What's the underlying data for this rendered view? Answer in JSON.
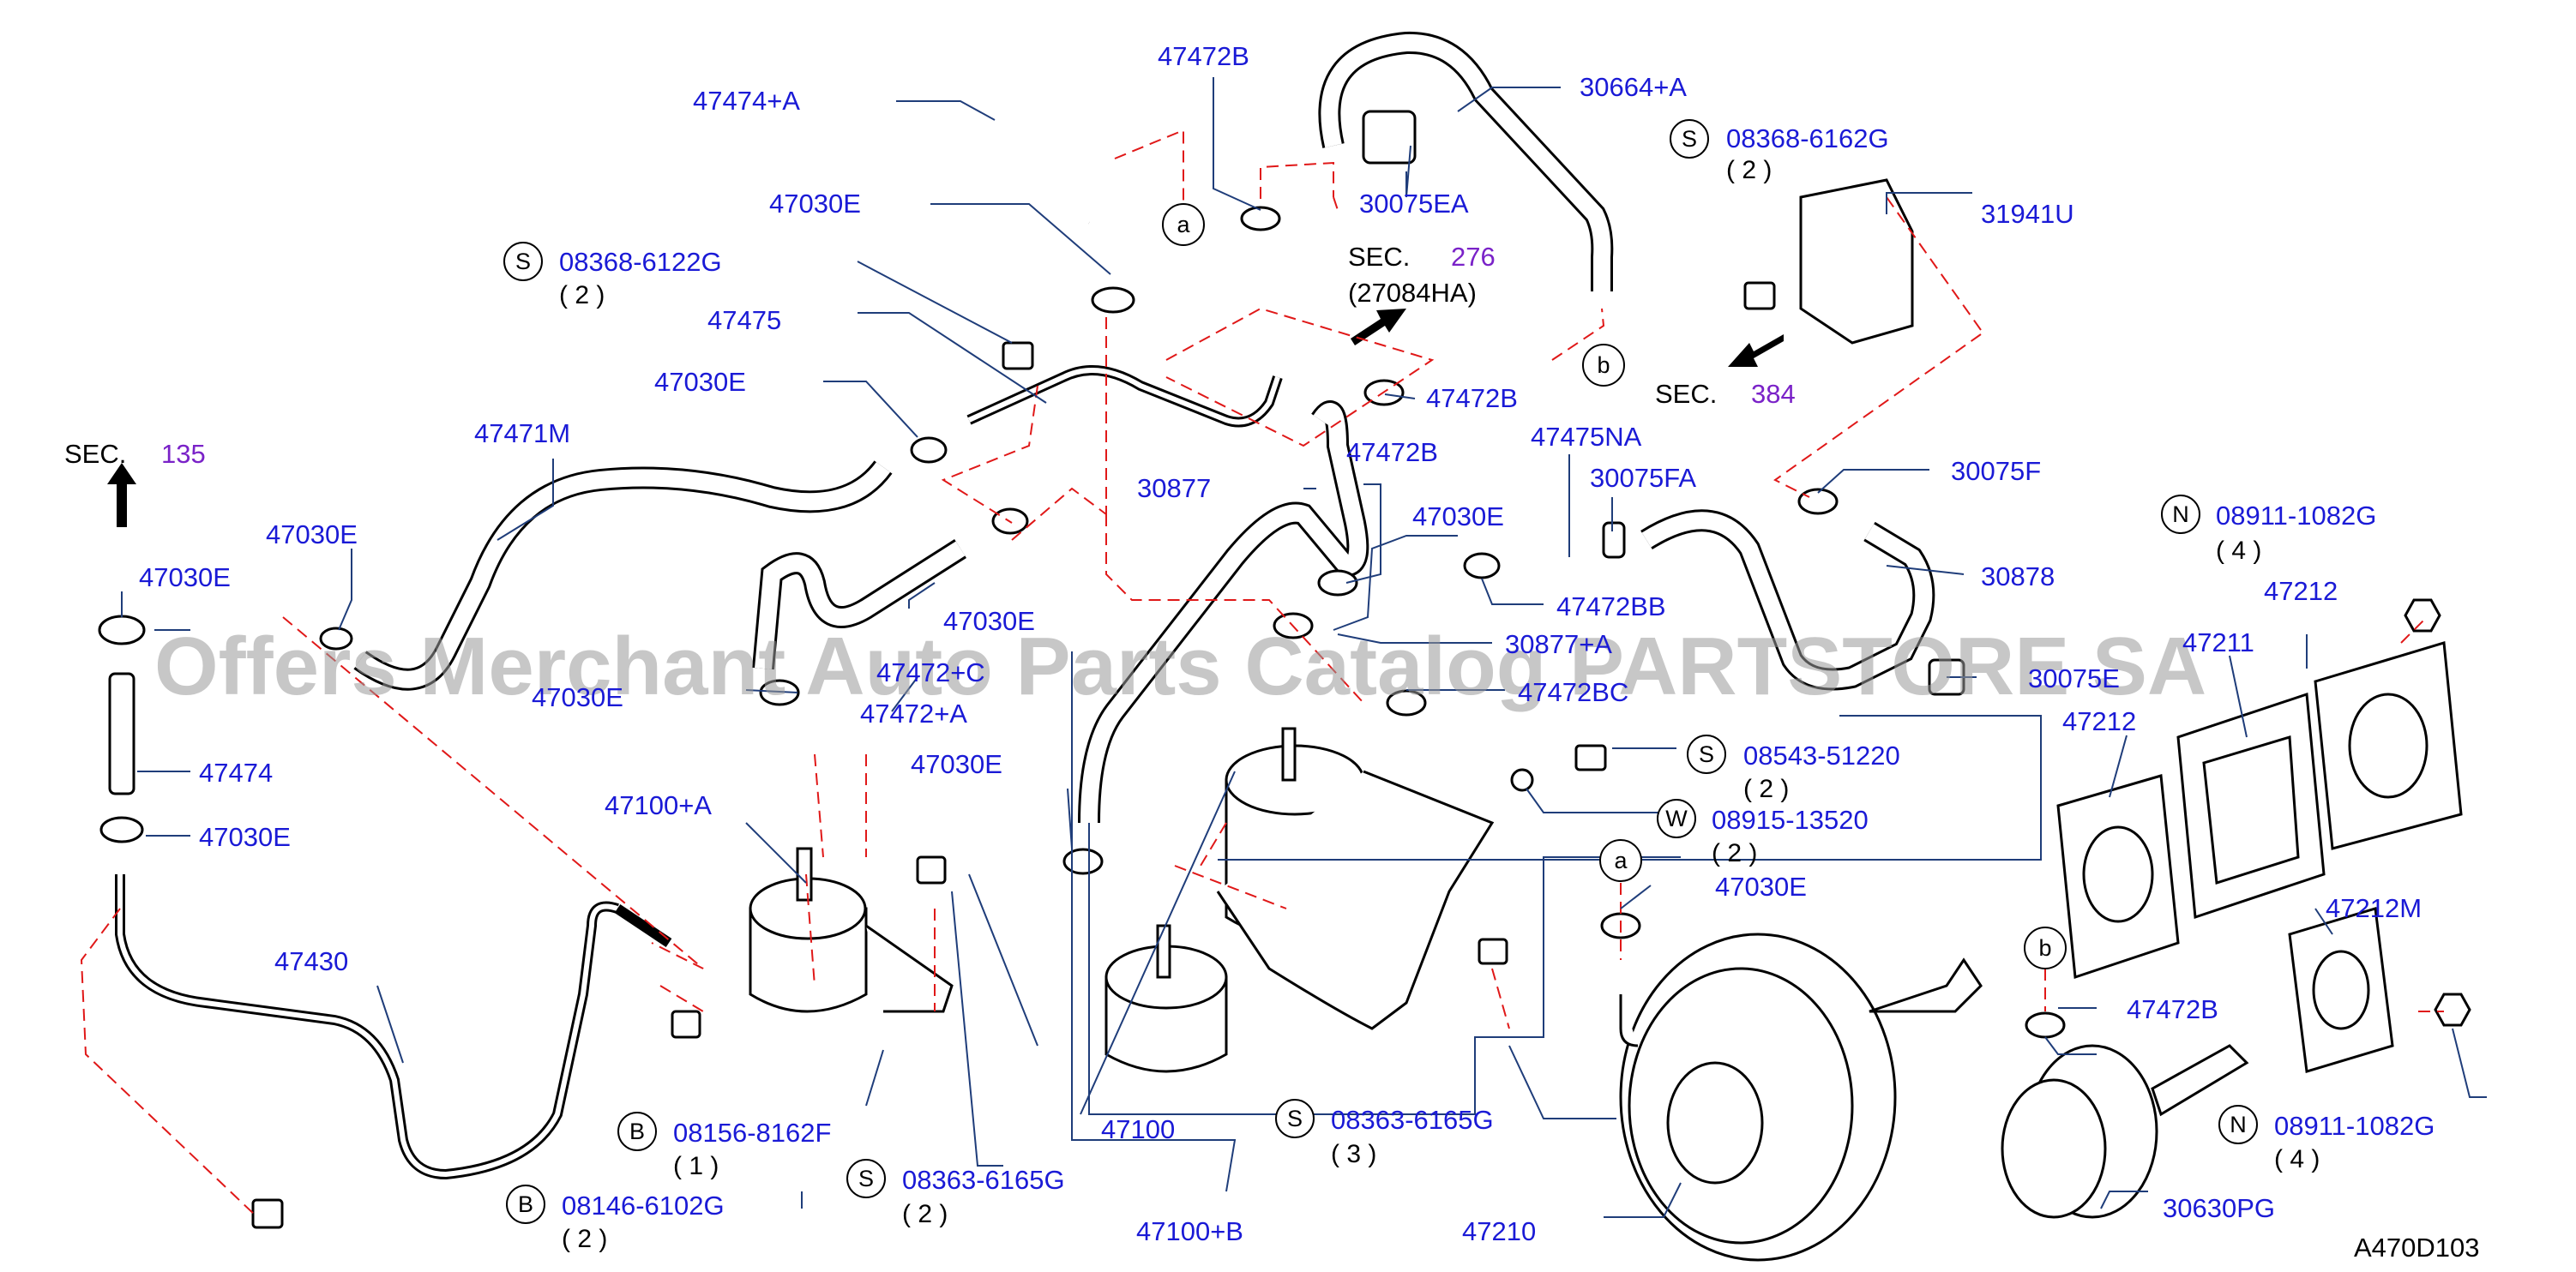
{
  "diagram_id": "A470D103",
  "watermark": "Offers Merchant Auto Parts Catalog PARTSTORE SA",
  "parts": {
    "p47474A": "47474+A",
    "p47472B_top": "47472B",
    "p30664A": "30664+A",
    "p30075EA": "30075EA",
    "p47030E_1": "47030E",
    "p47475": "47475",
    "p47030E_2": "47030E",
    "p47471M": "47471M",
    "p47030E_3": "47030E",
    "p47030E_4": "47030E",
    "p47474": "47474",
    "p47030E_5": "47030E",
    "p47030E_6": "47030E",
    "p47472C": "47472+C",
    "p47472A": "47472+A",
    "p47030E_7": "47030E",
    "p47030E_8": "47030E",
    "p47100A": "47100+A",
    "p47430": "47430",
    "p31941U": "31941U",
    "p47472B_mid": "47472B",
    "p47472B_2": "47472B",
    "p30877": "30877",
    "p47475NA": "47475NA",
    "p30075FA": "30075FA",
    "p47030E_9": "47030E",
    "p47472BB": "47472BB",
    "p30877A": "30877+A",
    "p47472BC": "47472BC",
    "p30075F": "30075F",
    "p30878": "30878",
    "p30075E": "30075E",
    "p47212_a": "47212",
    "p47211": "47211",
    "p47212_b": "47212",
    "p47212M": "47212M",
    "p47472B_low": "47472B",
    "p47030E_10": "47030E",
    "p47100": "47100",
    "p47100B": "47100+B",
    "p47210": "47210",
    "p30630PG": "30630PG"
  },
  "fasteners": {
    "f1": {
      "prefix": "S",
      "code": "08368-6162G",
      "qty": "( 2 )"
    },
    "f2": {
      "prefix": "S",
      "code": "08368-6122G",
      "qty": "( 2 )"
    },
    "f3": {
      "prefix": "N",
      "code": "08911-1082G",
      "qty": "( 4 )"
    },
    "f4": {
      "prefix": "S",
      "code": "08543-51220",
      "qty": "( 2 )"
    },
    "f5": {
      "prefix": "W",
      "code": "08915-13520",
      "qty": "( 2 )"
    },
    "f6": {
      "prefix": "B",
      "code": "08156-8162F",
      "qty": "( 1 )"
    },
    "f7": {
      "prefix": "S",
      "code": "08363-6165G",
      "qty": "( 3 )"
    },
    "f8": {
      "prefix": "S",
      "code": "08363-6165G",
      "qty": "( 2 )"
    },
    "f9": {
      "prefix": "B",
      "code": "08146-6102G",
      "qty": "( 2 )"
    },
    "f10": {
      "prefix": "N",
      "code": "08911-1082G",
      "qty": "( 4 )"
    }
  },
  "sections": {
    "s276": {
      "label": "SEC.",
      "num": "276",
      "sub": "(27084HA)"
    },
    "s384": {
      "label": "SEC.",
      "num": "384"
    },
    "s135": {
      "label": "SEC.",
      "num": "135"
    }
  },
  "connectors": {
    "a1": "a",
    "b1": "b",
    "a2": "a",
    "b2": "b"
  },
  "colors": {
    "part_number": "#1a1ad6",
    "section_number": "#7a22c8",
    "dashed_lines": "#e01818",
    "leader_lines": "#1f3d7a"
  }
}
